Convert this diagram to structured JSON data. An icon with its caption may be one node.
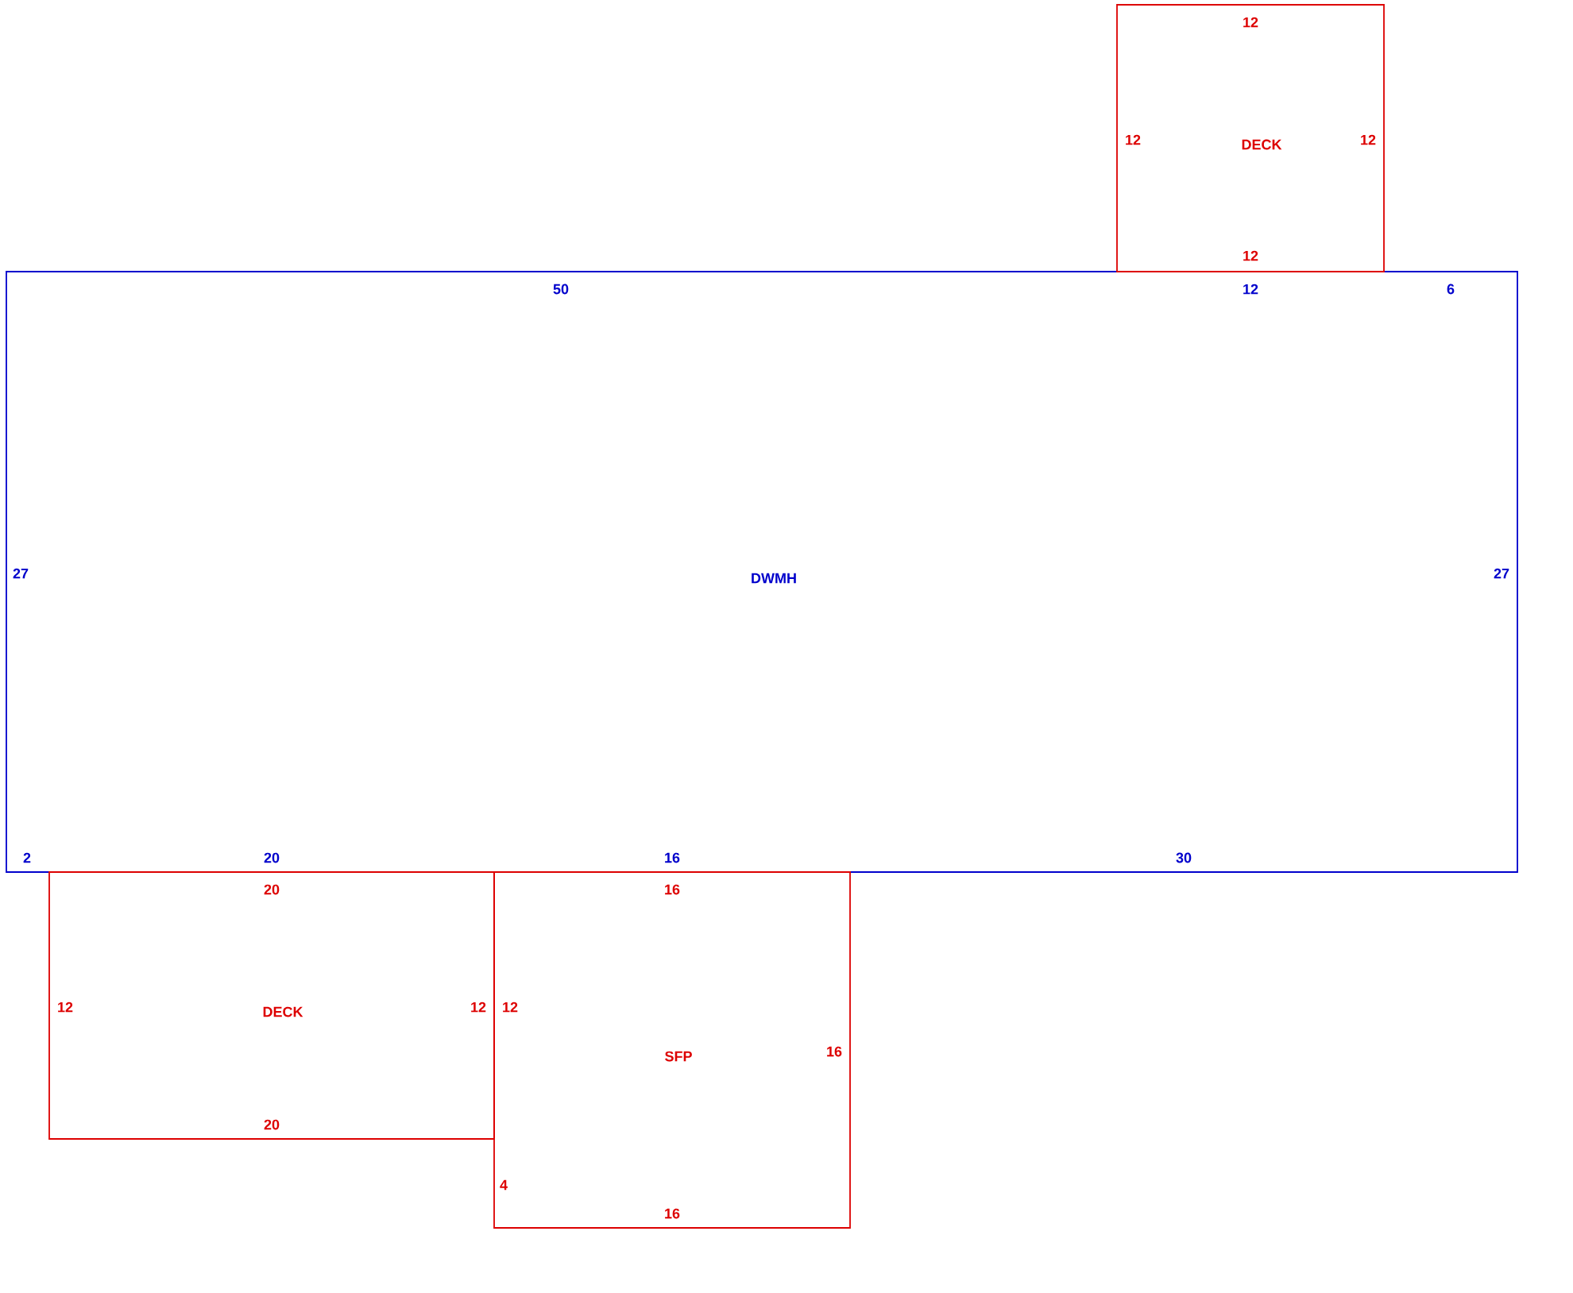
{
  "diagram": {
    "nodes": [
      {
        "text": [
          "50",
          "12",
          "6",
          "27",
          "DWMH",
          "27",
          "2",
          "20",
          "16",
          "30"
        ]
      },
      {
        "text": [
          "12",
          "12",
          "DECK",
          "12",
          "12"
        ]
      },
      {
        "text": [
          "20",
          "12",
          "DECK",
          "12",
          "20"
        ]
      },
      {
        "text": [
          "16",
          "12",
          "SFP",
          "16",
          "4",
          "16"
        ]
      }
    ]
  }
}
